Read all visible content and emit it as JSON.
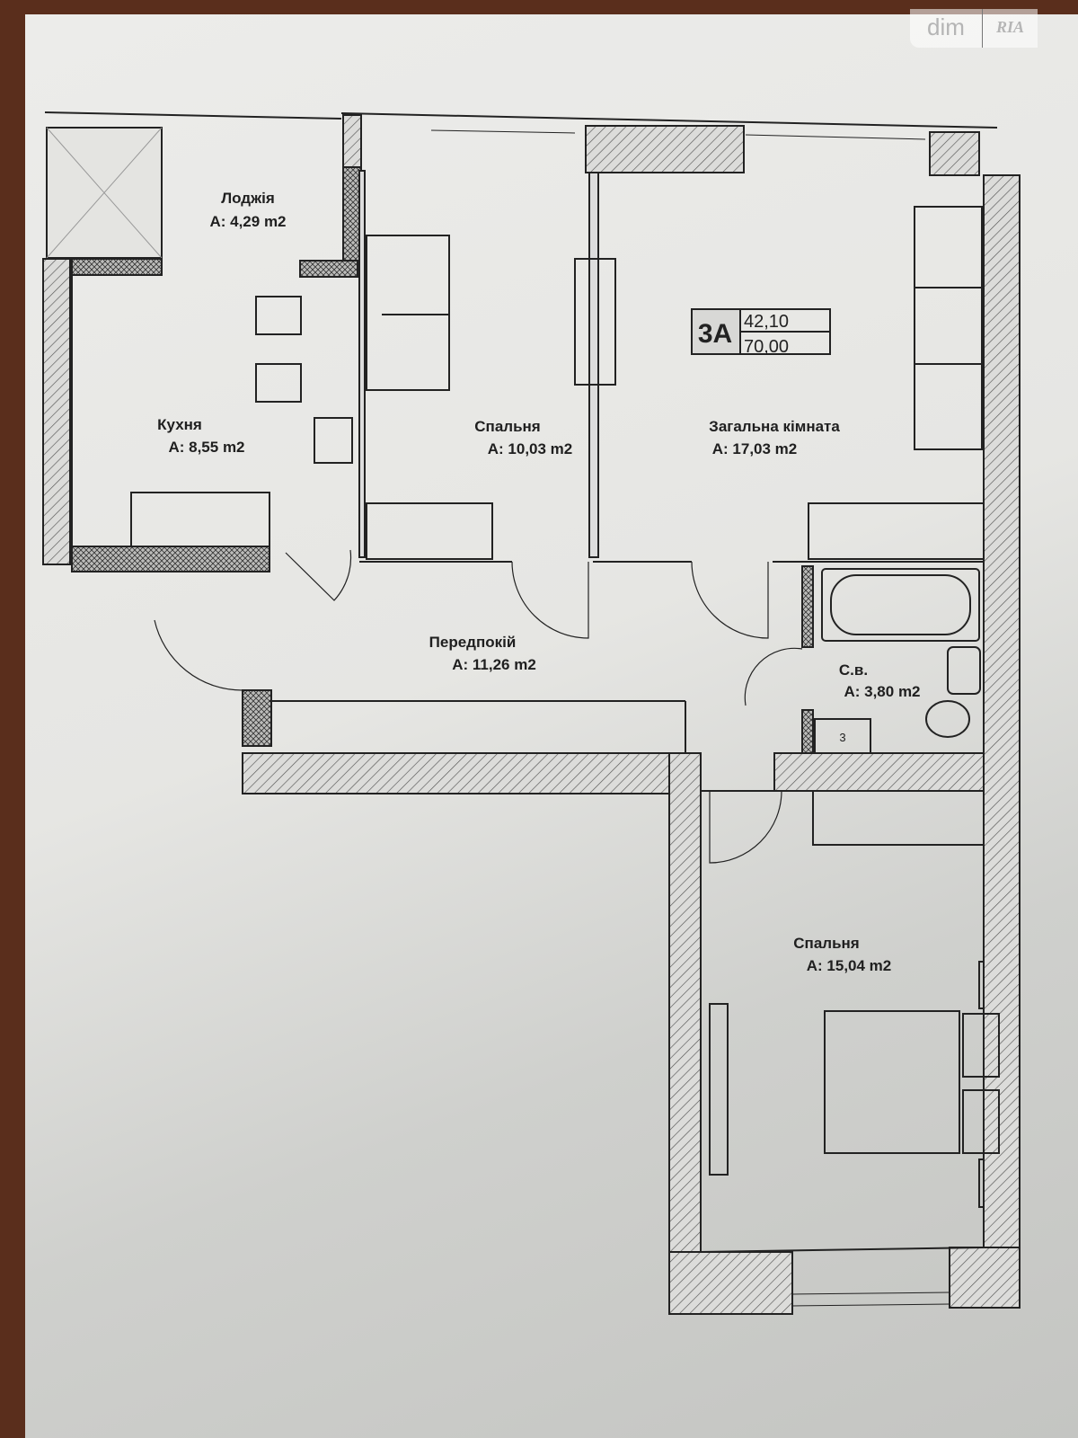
{
  "watermark": {
    "left": "dim",
    "right": "RIA"
  },
  "apartment": {
    "code": "3A",
    "living_area": "42,10",
    "total_area": "70,00"
  },
  "rooms": [
    {
      "name": "Лоджія",
      "area": "A: 4,29 m2"
    },
    {
      "name": "Кухня",
      "area": "A: 8,55 m2"
    },
    {
      "name": "Спальня",
      "area": "A: 10,03 m2"
    },
    {
      "name": "Загальна кімната",
      "area": "A: 17,03 m2"
    },
    {
      "name": "Передпокій",
      "area": "A: 11,26 m2"
    },
    {
      "name": "С.в.",
      "area": "A: 3,80 m2"
    },
    {
      "name": "Спальня",
      "area": "A: 15,04 m2"
    }
  ],
  "bath_marker": "3"
}
